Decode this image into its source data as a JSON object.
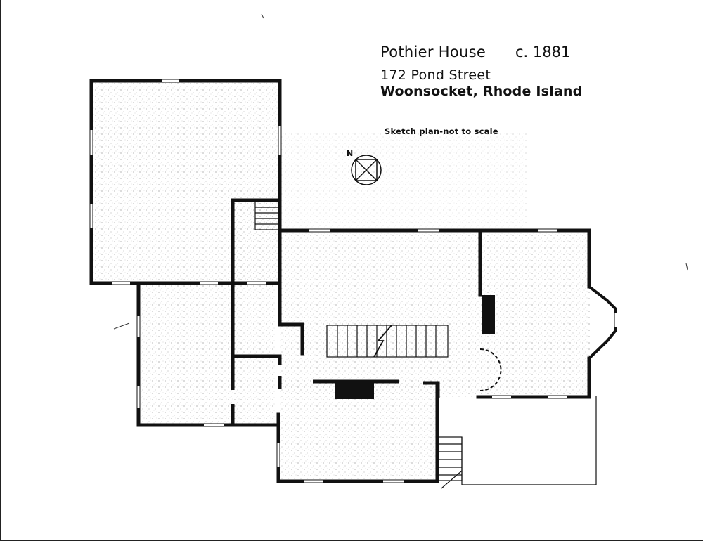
{
  "title": {
    "name": "Pothier House",
    "date": "c. 1881",
    "address": "172 Pond Street",
    "city": "Woonsocket, Rhode Island"
  },
  "note": "Sketch plan-not to scale",
  "compass": {
    "label": "N"
  },
  "colors": {
    "ink": "#111111",
    "paper": "#ffffff",
    "stipple": "#8a8a8a"
  }
}
